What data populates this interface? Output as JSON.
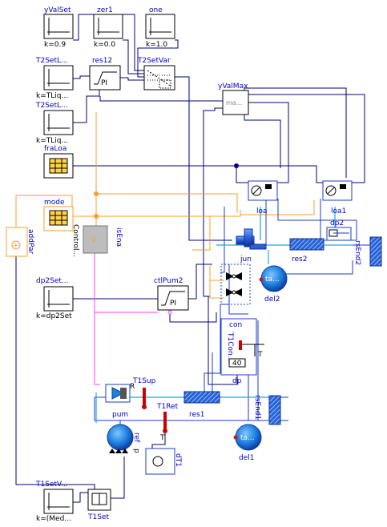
{
  "labels": {
    "yValSet": "yValSet",
    "zer1": "zer1",
    "one": "one",
    "yValSet_k": "k=0.9",
    "zer1_k": "k=0.0",
    "one_k": "k=1.0",
    "T2SetLiq": "T2SetL...",
    "T2SetLiq_k": "k=TLiq...",
    "res12": "res12",
    "T2SetVar": "T2SetVar",
    "T2SetLiq2": "T2SetL...",
    "T2SetLiq2_k": "k=TLiq...",
    "yValMax": "yValMax",
    "yValMax_inner": "ma...",
    "fraLoa": "fraLoa",
    "mode": "mode",
    "addPar": "addPar",
    "Control": "Control...",
    "isEna": "isEna",
    "loa": "loa",
    "loa1": "loa1",
    "dp2": "dp2",
    "jun": "jun",
    "res2": "res2",
    "rsEnd2": "rsEnd2",
    "del2": "del2",
    "ta_del2": "ta...",
    "dp2Set": "dp2Set...",
    "dp2Set_k": "k=dp2Set",
    "ctlPum2": "ctlPum2",
    "PI": "PI",
    "V": "V",
    "con": "con",
    "T1Con": "T1Con...",
    "dp": "dp",
    "dp_val": "40",
    "T": "T",
    "T1Sup": "T1Sup",
    "T1Ret": "T1Ret",
    "res1": "res1",
    "pum": "pum",
    "rsEnd1": "rsEnd1",
    "ref": "ref",
    "ta_del1": "ta...",
    "del1": "del1",
    "dT1": "dT1",
    "p": "p",
    "T1SetV": "T1SetV...",
    "T1SetV_k": "k=(Med...",
    "T1Set": "T1Set",
    "R": "R",
    "plus": "+"
  },
  "colors": {
    "fluid_wire": "#1c3cc8",
    "signal_wire": "#00007f",
    "integer_wire": "#ff9c2a",
    "boolean_wire": "#ff3cff",
    "pipe_cyan": "#1fa8e6",
    "volume_blue": "#1e7fe0",
    "label_blue": "#0000cc",
    "table_fill": "#ffd24a",
    "control_gray": "#bdbdbd"
  }
}
